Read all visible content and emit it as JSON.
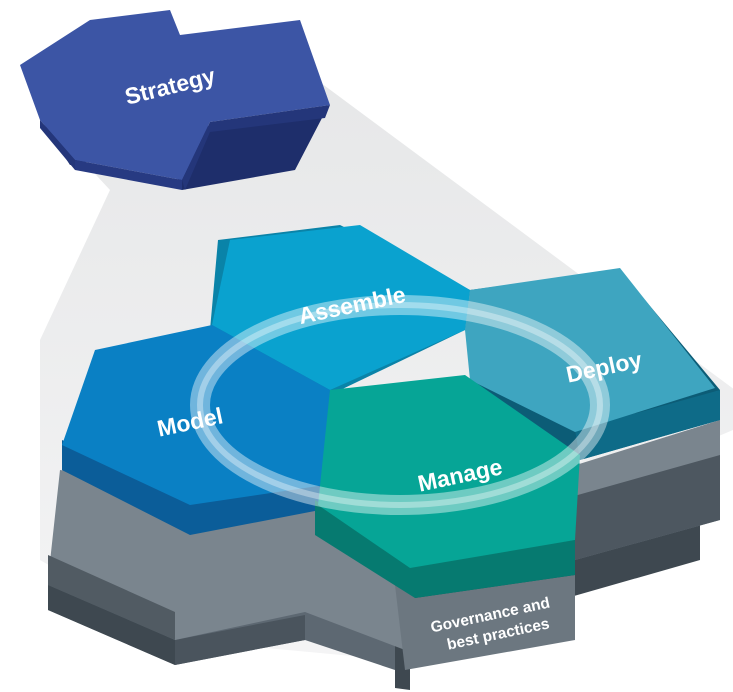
{
  "diagram": {
    "strategy": "Strategy",
    "assemble": "Assemble",
    "model": "Model",
    "deploy": "Deploy",
    "manage": "Manage",
    "base_line1": "Governance and",
    "base_line2": "best practices"
  },
  "colors": {
    "strategy": "#3c55a5",
    "assemble": "#0aa2cf",
    "model": "#0a80c4",
    "deploy": "#3ea5c0",
    "manage": "#06a596",
    "base_top": "#707c86",
    "base_side": "#3e4850"
  }
}
